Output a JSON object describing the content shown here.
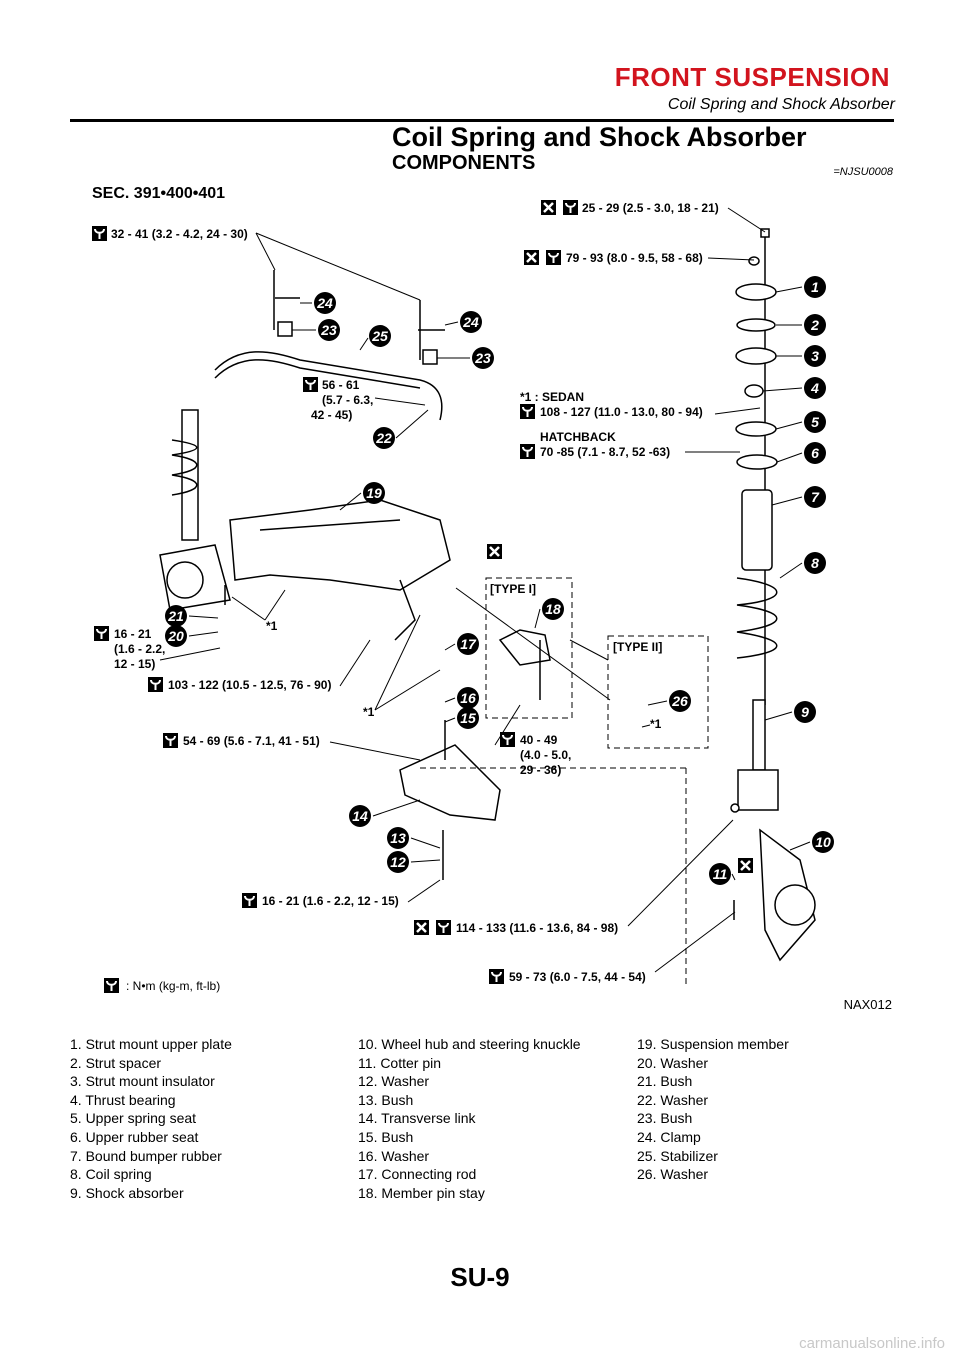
{
  "header": {
    "section": "FRONT SUSPENSION",
    "subsection": "Coil Spring and Shock Absorber"
  },
  "page": {
    "title": "Coil Spring and Shock Absorber",
    "subtitle": "COMPONENTS",
    "ref_code": "=NJSU0008",
    "figure_id": "NAX012",
    "page_number": "SU-9",
    "watermark": "carmanualsonline.info"
  },
  "diagram": {
    "section_code": "SEC. 391•400•401",
    "torque_specs": [
      "25 - 29 (2.5 - 3.0, 18 - 21)",
      "32 - 41 (3.2 - 4.2, 24 - 30)",
      "79 - 93 (8.0 - 9.5, 58 - 68)",
      "56 - 61",
      "(5.7 - 6.3,",
      "42 - 45)",
      "*1 : SEDAN",
      "108 - 127 (11.0 - 13.0, 80 - 94)",
      "HATCHBACK",
      "70 -85 (7.1 - 8.7, 52 -63)",
      "16 - 21",
      "(1.6 - 2.2,",
      "12 - 15)",
      "103 - 122 (10.5 - 12.5, 76 - 90)",
      "54 - 69 (5.6 - 7.1, 41 - 51)",
      "40 - 49",
      "(4.0 - 5.0,",
      "29 - 36)",
      "16 - 21 (1.6 - 2.2, 12 - 15)",
      "114 - 133 (11.6 - 13.6, 84 - 98)",
      "59 - 73 (6.0 - 7.5, 44 - 54)"
    ],
    "type1": "[TYPE I]",
    "type2": "[TYPE II]",
    "star1": "*1",
    "unit_note": ": N•m (kg-m, ft-lb)",
    "callouts": [
      "1",
      "2",
      "3",
      "4",
      "5",
      "6",
      "7",
      "8",
      "9",
      "10",
      "11",
      "12",
      "13",
      "14",
      "15",
      "16",
      "17",
      "18",
      "19",
      "20",
      "21",
      "22",
      "23",
      "24",
      "25",
      "26"
    ]
  },
  "legend": {
    "col1": [
      "1. Strut mount upper plate",
      "2. Strut spacer",
      "3. Strut mount insulator",
      "4. Thrust bearing",
      "5. Upper spring seat",
      "6. Upper rubber seat",
      "7. Bound bumper rubber",
      "8. Coil spring",
      "9. Shock absorber"
    ],
    "col2": [
      "10. Wheel hub and steering knuckle",
      "11. Cotter pin",
      "12. Washer",
      "13. Bush",
      "14. Transverse link",
      "15. Bush",
      "16. Washer",
      "17. Connecting rod",
      "18. Member pin stay"
    ],
    "col3": [
      "19. Suspension member",
      "20. Washer",
      "21. Bush",
      "22. Washer",
      "23. Bush",
      "24. Clamp",
      "25. Stabilizer",
      "26. Washer"
    ]
  }
}
